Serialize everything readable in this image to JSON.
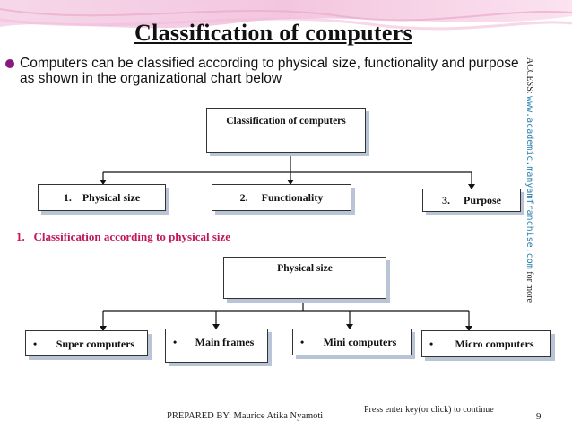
{
  "slide": {
    "title": "Classification of computers",
    "bullet": "Computers can be classified according to physical size, functionality and purpose as shown in the organizational chart below",
    "side_text_1": "ACCESS:",
    "side_url": "www.academic.manyamfranchise.com",
    "side_text_2": "for more",
    "footer": "PREPARED BY: Maurice Atika Nyamoti",
    "press_text": "Press enter key(or click) to continue",
    "page_number": "9"
  },
  "chart1": {
    "root": "Classification of computers",
    "children": [
      {
        "num": "1.",
        "label": "Physical size"
      },
      {
        "num": "2.",
        "label": "Functionality"
      },
      {
        "num": "3.",
        "label": "Purpose"
      }
    ]
  },
  "section_heading": "1.   Classification according to physical size",
  "chart2": {
    "root": "Physical size",
    "bullet_char": "•",
    "children": [
      {
        "label": "Super computers"
      },
      {
        "label": "Main frames"
      },
      {
        "label": "Mini computers"
      },
      {
        "label": "Micro computers"
      }
    ]
  },
  "colors": {
    "bullet": "#8a1a7a",
    "section_heading": "#c2185b",
    "box_shadow": "#b9c4d6"
  }
}
